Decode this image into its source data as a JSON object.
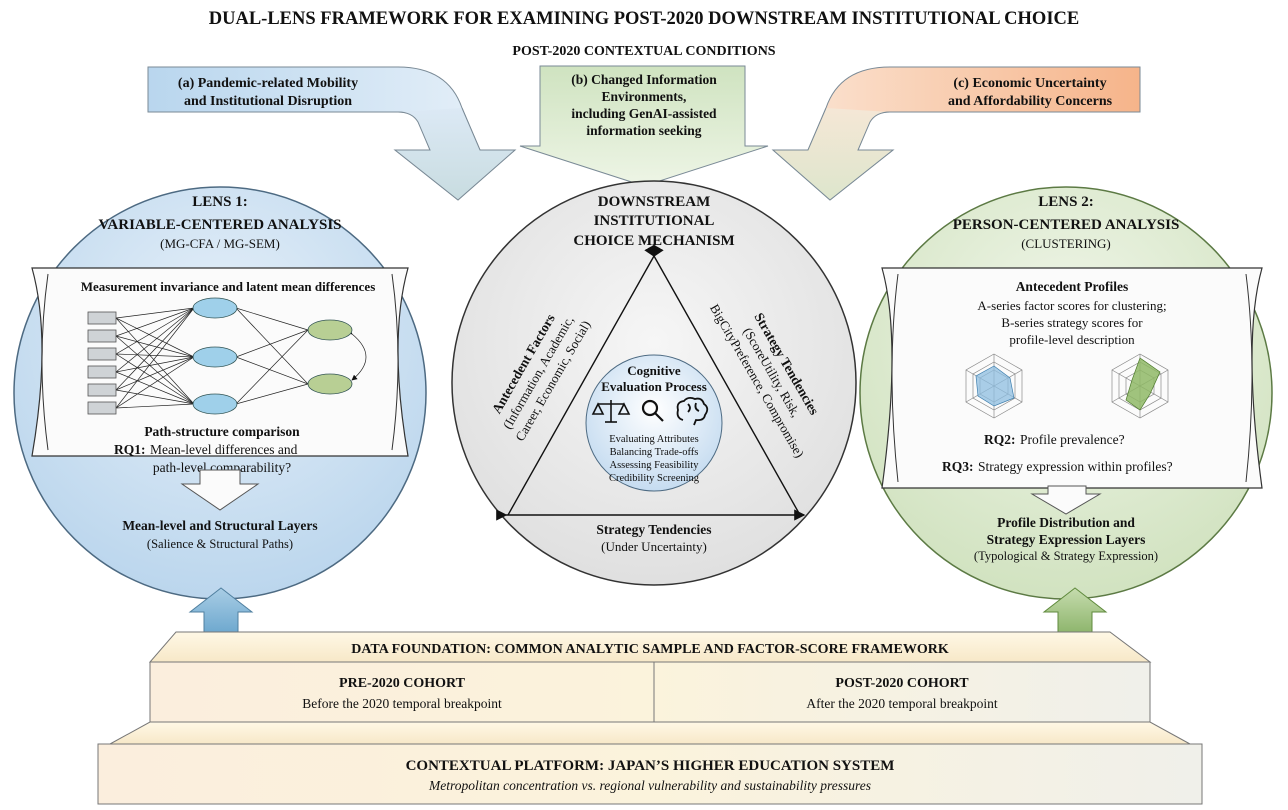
{
  "title": "DUAL-LENS FRAMEWORK FOR EXAMINING POST-2020 DOWNSTREAM INSTITUTIONAL CHOICE",
  "context": {
    "heading": "POST-2020 CONTEXTUAL CONDITIONS",
    "a": [
      "(a) Pandemic-related Mobility",
      "and Institutional Disruption"
    ],
    "b": [
      "(b) Changed Information",
      "Environments,",
      "including GenAI-assisted",
      "information seeking"
    ],
    "c": [
      "(c) Economic Uncertainty",
      "and Affordability Concerns"
    ]
  },
  "lens1": {
    "title": "LENS 1:",
    "subtitle": "VARIABLE-CENTERED ANALYSIS",
    "method": "(MG-CFA / MG-SEM)",
    "panel_heading": "Measurement invariance and latent mean differences",
    "path_label": "Path-structure comparison",
    "rq1_label": "RQ1:",
    "rq1_text": [
      "Mean-level differences and",
      "path-level comparability?"
    ],
    "output_title": "Mean-level and Structural Layers",
    "output_sub": "(Salience & Structural Paths)"
  },
  "center": {
    "title": [
      "DOWNSTREAM",
      "INSTITUTIONAL",
      "CHOICE MECHANISM"
    ],
    "left_side_title": "Antecedent Factors",
    "left_side_text": [
      "(Information, Academic,",
      "Career, Economic, Social)"
    ],
    "right_side_title": "Strategy Tendencies",
    "right_side_text": [
      "(ScoreUtility, Risk,",
      "BigCityPreference, Compromise)"
    ],
    "inner_title": [
      "Cognitive",
      "Evaluation Process"
    ],
    "inner_items": [
      "Evaluating Attributes",
      "Balancing Trade-offs",
      "Assessing Feasibility",
      "Credibility Screening"
    ],
    "bottom_title": "Strategy Tendencies",
    "bottom_sub": "(Under Uncertainty)"
  },
  "lens2": {
    "title": "LENS 2:",
    "subtitle": "PERSON-CENTERED ANALYSIS",
    "method": "(CLUSTERING)",
    "panel_heading": "Antecedent Profiles",
    "panel_text": [
      "A-series factor scores for clustering;",
      "B-series strategy scores for",
      "profile-level description"
    ],
    "rq2_label": "RQ2:",
    "rq2_text": "Profile prevalence?",
    "rq3_label": "RQ3:",
    "rq3_text": "Strategy expression within profiles?",
    "output_title": [
      "Profile Distribution and",
      "Strategy Expression Layers"
    ],
    "output_sub": "(Typological & Strategy Expression)"
  },
  "foundation": {
    "title": "DATA FOUNDATION: COMMON ANALYTIC SAMPLE AND FACTOR-SCORE FRAMEWORK",
    "pre_title": "PRE-2020 COHORT",
    "pre_sub": "Before the 2020 temporal breakpoint",
    "post_title": "POST-2020 COHORT",
    "post_sub": "After the 2020 temporal breakpoint"
  },
  "platform": {
    "title": "CONTEXTUAL PLATFORM: JAPAN’S HIGHER EDUCATION SYSTEM",
    "sub": "Metropolitan concentration vs. regional vulnerability and sustainability pressures"
  },
  "colors": {
    "blue": "#cfe2f3",
    "green": "#d9e8c8",
    "orange": "#f8c9a6",
    "cream": "#fbf3dc",
    "gray": "#efefef"
  }
}
